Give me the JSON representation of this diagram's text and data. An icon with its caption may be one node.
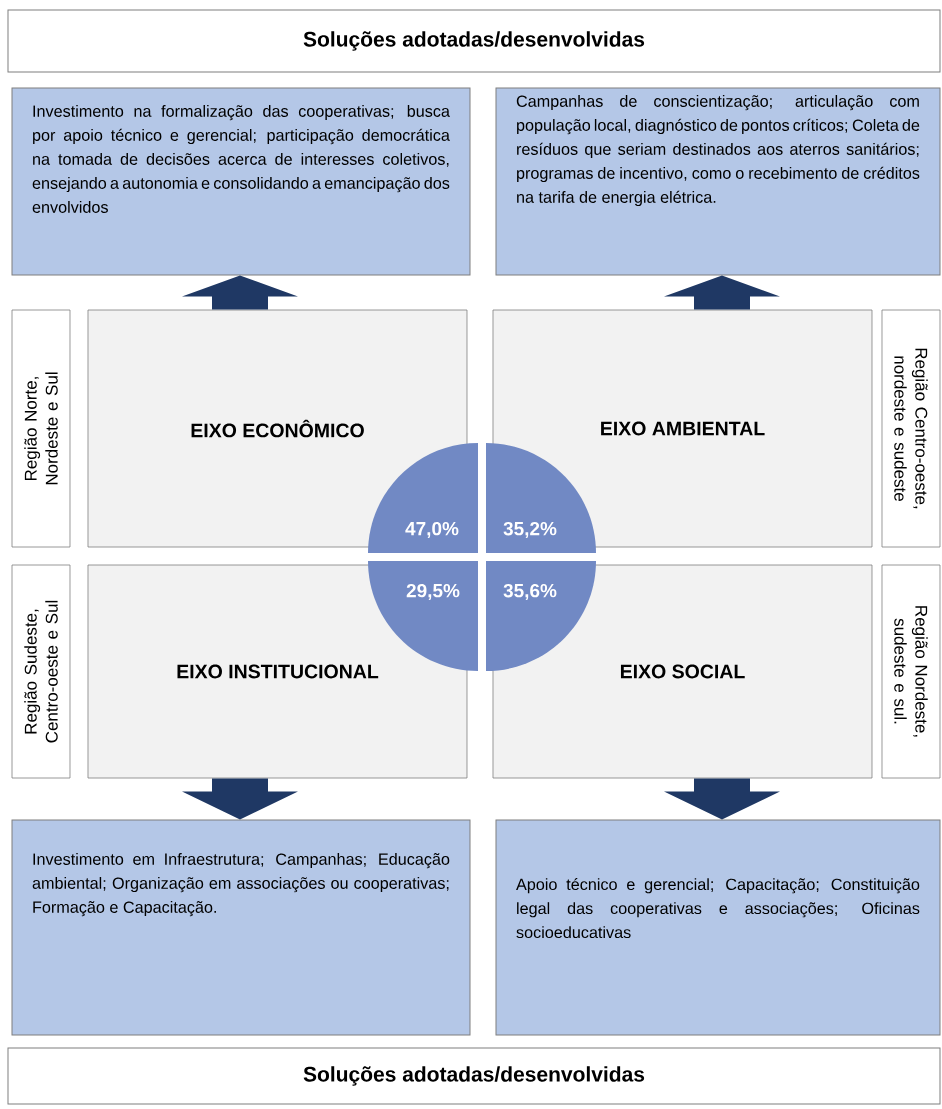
{
  "diagram": {
    "nodes": [
      {
        "text": [
          "Soluções adotadas/desenvolvidas"
        ]
      },
      {
        "text": [
          "Investimento na formalização das cooperativas; busca por apoio técnico e gerencial; participação democrática na tomada de decisões acerca de interesses coletivos, ensejando a autonomia e consolidando a emancipação dos envolvidos"
        ]
      },
      {
        "text": [
          "Campanhas de conscientização; articulação com população local, diagnóstico de pontos críticos; Coleta de resíduos que seriam destinados aos aterros sanitários; programas de incentivo, como o recebimento de créditos na tarifa de energia elétrica."
        ]
      },
      {
        "text": [
          "Região Norte, Nordeste e Sul"
        ]
      },
      {
        "text": [
          "EIXO ECONÔMICO"
        ]
      },
      {
        "text": [
          "EIXO AMBIENTAL"
        ]
      },
      {
        "text": [
          "Região Centro-oeste, nordeste e sudeste"
        ]
      },
      {
        "text": [
          "Região Sudeste, Centro-oeste e Sul"
        ]
      },
      {
        "text": [
          "EIXO INSTITUCIONAL"
        ]
      },
      {
        "text": [
          "EIXO SOCIAL"
        ]
      },
      {
        "text": [
          "Região Nordeste, sudeste e sul."
        ]
      },
      {
        "text": [
          "47,0%"
        ]
      },
      {
        "text": [
          "35,2%"
        ]
      },
      {
        "text": [
          "29,5%"
        ]
      },
      {
        "text": [
          "35,6%"
        ]
      },
      {
        "text": [
          "Investimento em Infraestrutura; Campanhas; Educação ambiental; Organização em associações ou cooperativas; Formação e Capacitação."
        ]
      },
      {
        "text": [
          "Apoio técnico e gerencial; Capacitação; Constituição legal das cooperativas e associações; Oficinas socioeducativas"
        ]
      },
      {
        "text": [
          "Soluções adotadas/desenvolvidas"
        ]
      }
    ],
    "edges": [
      {
        "from": 4,
        "to": 1,
        "arrow": "to"
      },
      {
        "from": 5,
        "to": 2,
        "arrow": "to"
      },
      {
        "from": 8,
        "to": 15,
        "arrow": "to"
      },
      {
        "from": 9,
        "to": 16,
        "arrow": "to"
      }
    ]
  }
}
